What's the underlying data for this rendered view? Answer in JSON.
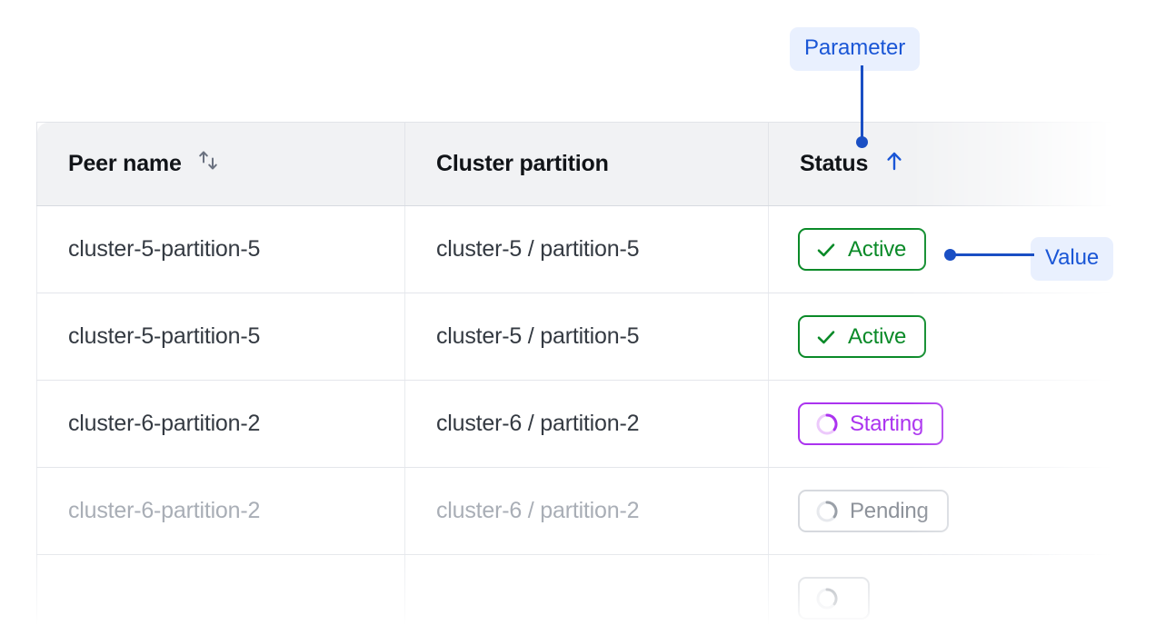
{
  "table": {
    "columns": [
      {
        "label": "Peer name",
        "sort_icon": "sort-updown-icon",
        "sort_state": "none"
      },
      {
        "label": "Cluster partition",
        "sort_icon": null,
        "sort_state": "none"
      },
      {
        "label": "Status",
        "sort_icon": "arrow-up-icon",
        "sort_state": "ascending"
      }
    ],
    "rows": [
      {
        "peer_name": "cluster-5-partition-5",
        "cluster_partition": "cluster-5 / partition-5",
        "status": "Active",
        "status_kind": "active",
        "status_icon": "check-icon",
        "muted": false
      },
      {
        "peer_name": "cluster-5-partition-5",
        "cluster_partition": "cluster-5 / partition-5",
        "status": "Active",
        "status_kind": "active",
        "status_icon": "check-icon",
        "muted": false
      },
      {
        "peer_name": "cluster-6-partition-2",
        "cluster_partition": "cluster-6 / partition-2",
        "status": "Starting",
        "status_kind": "starting",
        "status_icon": "spinner-ring-icon",
        "muted": false
      },
      {
        "peer_name": "cluster-6-partition-2",
        "cluster_partition": "cluster-6 / partition-2",
        "status": "Pending",
        "status_kind": "pending",
        "status_icon": "spinner-ring-icon",
        "muted": true
      },
      {
        "peer_name": "",
        "cluster_partition": "",
        "status": "",
        "status_kind": "pending",
        "status_icon": "spinner-ring-icon",
        "muted": true
      }
    ]
  },
  "annotations": {
    "parameter_label": "Parameter",
    "value_label": "Value",
    "accent_color": "#1a4fc4",
    "chip_bg": "#e9f0fe",
    "chip_text_color": "#1a56d6"
  },
  "colors": {
    "active": "#0a8a28",
    "starting": "#ab33ef",
    "pending": "#8d929a",
    "header_bg": "#f1f2f4",
    "text": "#343a42",
    "muted_text": "#a9aeb6"
  }
}
